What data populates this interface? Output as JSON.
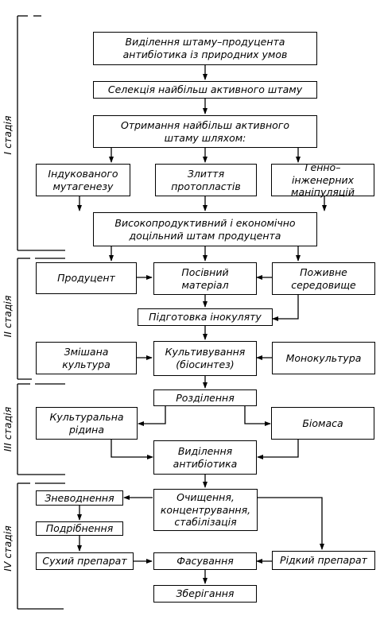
{
  "stages": [
    "I стадія",
    "II стадія",
    "III стадія",
    "IV стадія"
  ],
  "boxes": {
    "isolation": "Виділення штаму–продуцента\nантибіотика із природних умов",
    "selection": "Селекція найбільш активного штаму",
    "obtaining": "Отримання найбільш активного\nштаму шляхом:",
    "mutagenesis": "Індукованого\nмутагенезу",
    "fusion": "Злиття\nпротопластів",
    "genetic": "Генно–інженерних\nманіпуляцій",
    "strain": "Високопродуктивний і економічно\nдоцільний штам продуцента",
    "producer": "Продуцент",
    "seed": "Посівний\nматеріал",
    "medium": "Поживне\nсередовище",
    "inoculum": "Підготовка інокуляту",
    "mixed": "Змішана\nкультура",
    "cultivation": "Культивування\n(біосинтез)",
    "mono": "Монокультура",
    "separation": "Розділення",
    "liquid": "Культуральна\nрідина",
    "biomass": "Біомаса",
    "antibiotic": "Виділення\nантибіотика",
    "purification": "Очищення,\nконцентрування,\nстабілізація",
    "dehydration": "Зневоднення",
    "grinding": "Подрібнення",
    "dry": "Сухий препарат",
    "packaging": "Фасування",
    "liquid_prep": "Рідкий препарат",
    "storage": "Зберігання"
  }
}
